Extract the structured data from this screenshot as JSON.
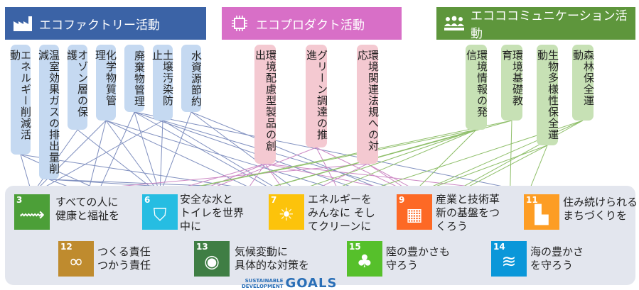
{
  "headers": {
    "factory": {
      "label": "エコファクトリー活動",
      "icon": "factory-icon",
      "color": "#3b63a6"
    },
    "product": {
      "label": "エコプロダクト活動",
      "icon": "chip-icon",
      "color": "#d86fc7"
    },
    "communication": {
      "label": "エコココミュニケーション活動",
      "icon": "people-icon",
      "color": "#5e963c"
    }
  },
  "activities": {
    "factory": [
      "エネルギー削減活動",
      "温室効果ガスの排出量削減",
      "オゾン層の保護",
      "化学物質管理",
      "廃棄物管理",
      "土壌汚染防止",
      "水資源節約"
    ],
    "product": [
      "環境配慮型製品の創出",
      "グリーン調達の推進",
      "環境関連法規への対応"
    ],
    "communication": [
      "環境情報の発信",
      "環境基礎教育",
      "生物多様性保全運動",
      "森林保全運動"
    ]
  },
  "sdgs": [
    {
      "number": "3",
      "label": "すべての人に\n健康と福祉を",
      "glyph": "⟿",
      "color": "#4c9f38"
    },
    {
      "number": "6",
      "label": "安全な水と\nトイレを世界\n中に",
      "glyph": "⛉",
      "color": "#26bde2"
    },
    {
      "number": "7",
      "label": "エネルギーを\nみんなに そし\nてクリーンに",
      "glyph": "☀",
      "color": "#fcc30b"
    },
    {
      "number": "9",
      "label": "産業と技術革\n新の基盤をつ\nくろう",
      "glyph": "▦",
      "color": "#fd6925"
    },
    {
      "number": "11",
      "label": "住み続けられる\nまちづくりを",
      "glyph": "▙",
      "color": "#fd9d24"
    },
    {
      "number": "12",
      "label": "つくる責任\nつかう責任",
      "glyph": "∞",
      "color": "#bf8b2e"
    },
    {
      "number": "13",
      "label": "気候変動に\n具体的な対策を",
      "glyph": "◉",
      "color": "#3f7e44"
    },
    {
      "number": "15",
      "label": "陸の豊かさも\n守ろう",
      "glyph": "♣",
      "color": "#56c02b"
    },
    {
      "number": "14",
      "label": "海の豊かさ\nを守ろう",
      "glyph": "≋",
      "color": "#0a97d9"
    }
  ],
  "logo": {
    "line1": "SUSTAINABLE",
    "line2": "DEVELOPMENT",
    "word": "GOALS"
  },
  "links": [
    [
      "f0",
      "g3"
    ],
    [
      "f0",
      "g7"
    ],
    [
      "f0",
      "g13"
    ],
    [
      "f1",
      "g7"
    ],
    [
      "f1",
      "g13"
    ],
    [
      "f1",
      "g9"
    ],
    [
      "f2",
      "g3"
    ],
    [
      "f2",
      "g6"
    ],
    [
      "f3",
      "g3"
    ],
    [
      "f3",
      "g6"
    ],
    [
      "f3",
      "g12"
    ],
    [
      "f3",
      "g14"
    ],
    [
      "f3",
      "g15"
    ],
    [
      "f4",
      "g6"
    ],
    [
      "f4",
      "g11"
    ],
    [
      "f4",
      "g12"
    ],
    [
      "f4",
      "g14"
    ],
    [
      "f4",
      "g15"
    ],
    [
      "f5",
      "g3"
    ],
    [
      "f5",
      "g6"
    ],
    [
      "f5",
      "g15"
    ],
    [
      "f5",
      "g9"
    ],
    [
      "f6",
      "g6"
    ],
    [
      "f6",
      "g14"
    ],
    [
      "f6",
      "g15"
    ],
    [
      "p0",
      "g6"
    ],
    [
      "p0",
      "g7"
    ],
    [
      "p0",
      "g9"
    ],
    [
      "p0",
      "g11"
    ],
    [
      "p0",
      "g12"
    ],
    [
      "p0",
      "g13"
    ],
    [
      "p1",
      "g12"
    ],
    [
      "p1",
      "g14"
    ],
    [
      "p1",
      "g15"
    ],
    [
      "p2",
      "g3"
    ],
    [
      "p2",
      "g9"
    ],
    [
      "p2",
      "g13"
    ],
    [
      "p2",
      "g14"
    ],
    [
      "c0",
      "g7"
    ],
    [
      "c0",
      "g6"
    ],
    [
      "c0",
      "g12"
    ],
    [
      "c0",
      "g13"
    ],
    [
      "c0",
      "g15"
    ],
    [
      "c1",
      "g6"
    ],
    [
      "c1",
      "g12"
    ],
    [
      "c1",
      "g14"
    ],
    [
      "c2",
      "g14"
    ],
    [
      "c2",
      "g15"
    ],
    [
      "c2",
      "g9"
    ],
    [
      "c3",
      "g9"
    ],
    [
      "c3",
      "g13"
    ],
    [
      "c3",
      "g15"
    ]
  ]
}
